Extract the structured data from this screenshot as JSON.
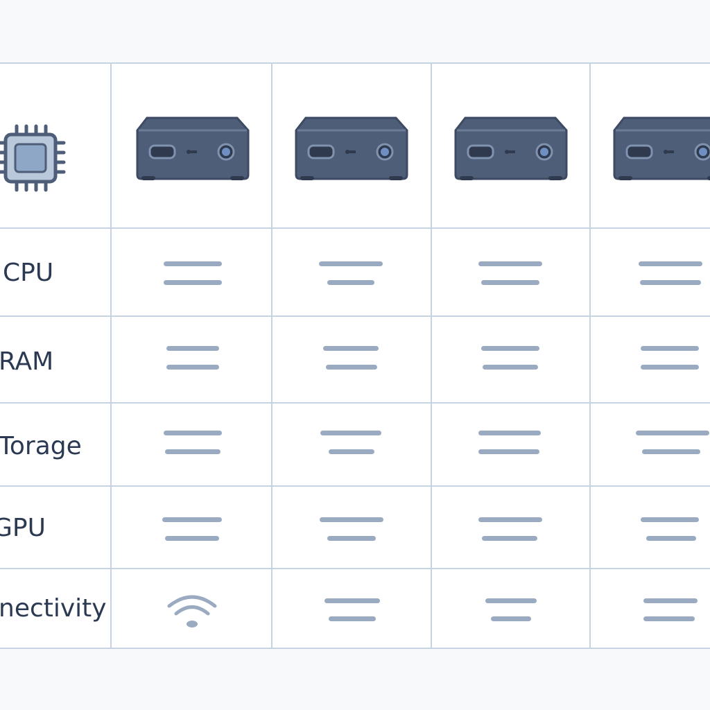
{
  "comparison": {
    "header_icons": [
      "cpu-chip-icon",
      "mini-pc-icon",
      "mini-pc-icon",
      "mini-pc-icon",
      "mini-pc-icon"
    ],
    "rows": [
      {
        "label": "CPU"
      },
      {
        "label": "RAM"
      },
      {
        "label": "Torage"
      },
      {
        "label": "GPU"
      },
      {
        "label": "nectivity"
      }
    ],
    "connectivity_icon": "wifi-icon",
    "colors": {
      "grid": "#c6d3e3",
      "text": "#2b3a52",
      "placeholder": "#9aaac0",
      "device": "#4e5d78",
      "chip": "#8ea7c6"
    }
  }
}
